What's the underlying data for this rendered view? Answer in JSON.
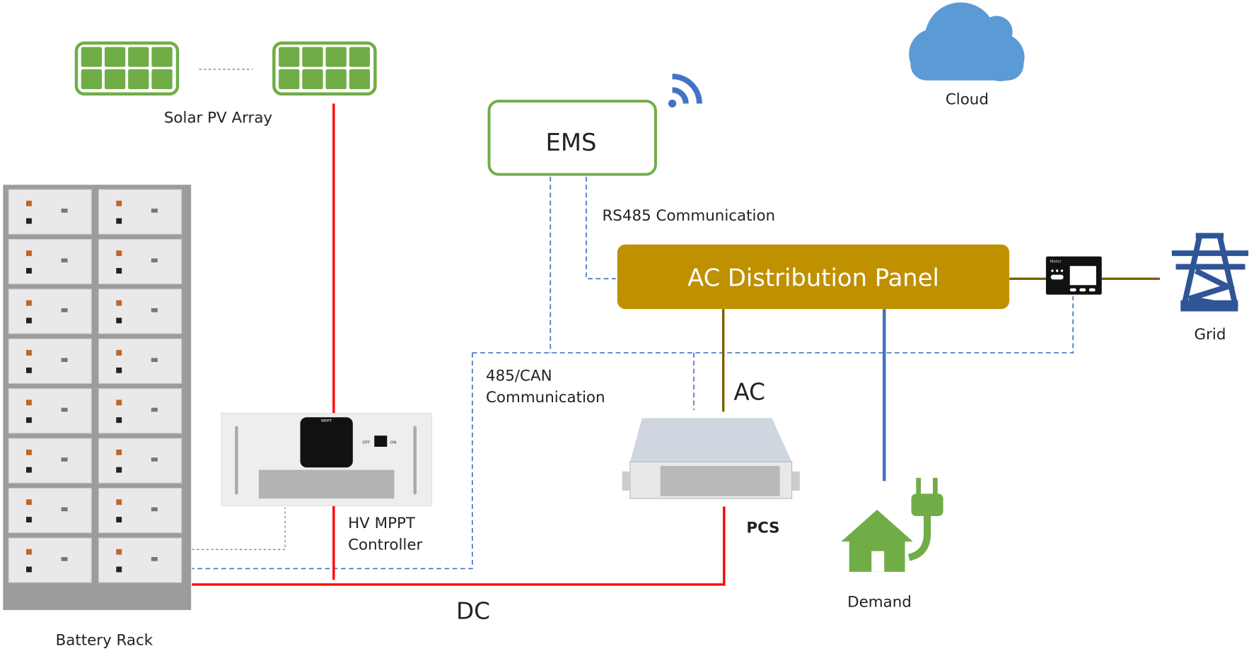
{
  "labels": {
    "solar": "Solar PV Array",
    "ems": "EMS",
    "cloud": "Cloud",
    "rs485": "RS485 Communication",
    "ac_panel": "AC Distribution Panel",
    "grid": "Grid",
    "meter": "Meter",
    "can_line1": "485/CAN",
    "can_line2": "Communication",
    "ac": "AC",
    "pcs": "PCS",
    "demand": "Demand",
    "mppt_line1": "HV MPPT",
    "mppt_line2": "Controller",
    "mppt_screen": "MPPT",
    "mppt_off": "OFF",
    "mppt_on": "ON",
    "dc": "DC",
    "battery": "Battery Rack"
  },
  "colors": {
    "solar_green": "#70ad47",
    "dc_red": "#ff0000",
    "ac_brown": "#7f6000",
    "panel_gold": "#bf9000",
    "comm_blue": "#4472c4",
    "cloud_blue": "#5b9bd5",
    "grid_blue": "#2f5597"
  }
}
